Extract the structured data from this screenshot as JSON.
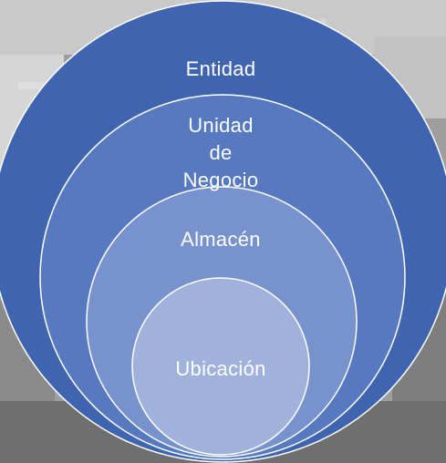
{
  "colors": {
    "outer": "#3f65b0",
    "second": "#5679c0",
    "third": "#7892cd",
    "inner": "#a0b1dc",
    "stroke": "#ffffff",
    "backdrop": "#a9a9a9"
  },
  "diagram": {
    "rings": [
      {
        "label_lines": [
          "Entidad"
        ]
      },
      {
        "label_lines": [
          "Unidad",
          "de",
          "Negocio"
        ]
      },
      {
        "label_lines": [
          "Almacén"
        ]
      },
      {
        "label_lines": [
          "Ubicación"
        ]
      }
    ]
  }
}
